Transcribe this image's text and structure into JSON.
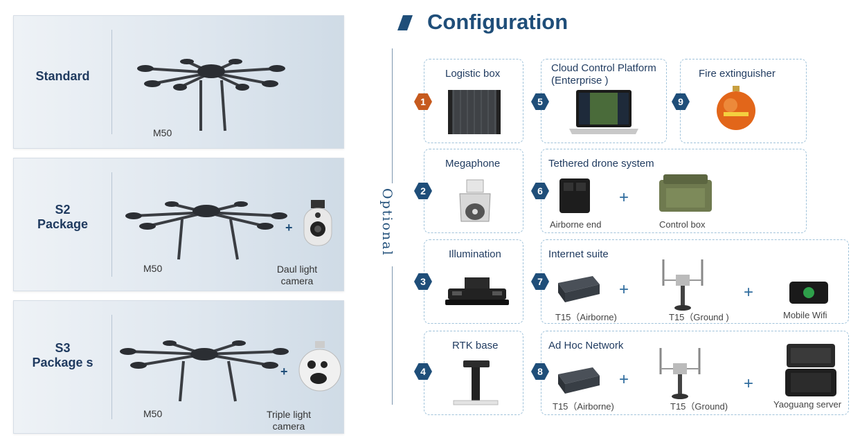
{
  "packages": [
    {
      "name": "Standard",
      "model": "M50"
    },
    {
      "name": "S2\nPackage",
      "model": "M50",
      "camera": "Daul light\ncamera"
    },
    {
      "name": "S3\nPackage s",
      "model": "M50",
      "camera": "Triple light\ncamera"
    }
  ],
  "plus_sign": "+",
  "header": {
    "title": "Configuration"
  },
  "optional_label": "Optional",
  "items": [
    {
      "num": "1",
      "title": "Logistic box"
    },
    {
      "num": "2",
      "title": "Megaphone"
    },
    {
      "num": "3",
      "title": "Illumination"
    },
    {
      "num": "4",
      "title": "RTK base"
    },
    {
      "num": "5",
      "title": "Cloud Control Platform\n(Enterprise )"
    },
    {
      "num": "6",
      "title": "Tethered drone system",
      "parts": [
        "Airborne end",
        "Control box"
      ]
    },
    {
      "num": "7",
      "title": "Internet suite",
      "parts": [
        "T15（Airborne)",
        "T15（Ground )",
        "Mobile Wifi"
      ]
    },
    {
      "num": "8",
      "title": "Ad Hoc Network",
      "parts": [
        "T15（Airborne)",
        "T15（Ground)",
        "Yaoguang server"
      ]
    },
    {
      "num": "9",
      "title": "Fire extinguisher"
    }
  ],
  "colors": {
    "accent": "#1f4e79",
    "badge_orange": "#c65a1e",
    "dashed_border": "#9fc2da"
  }
}
